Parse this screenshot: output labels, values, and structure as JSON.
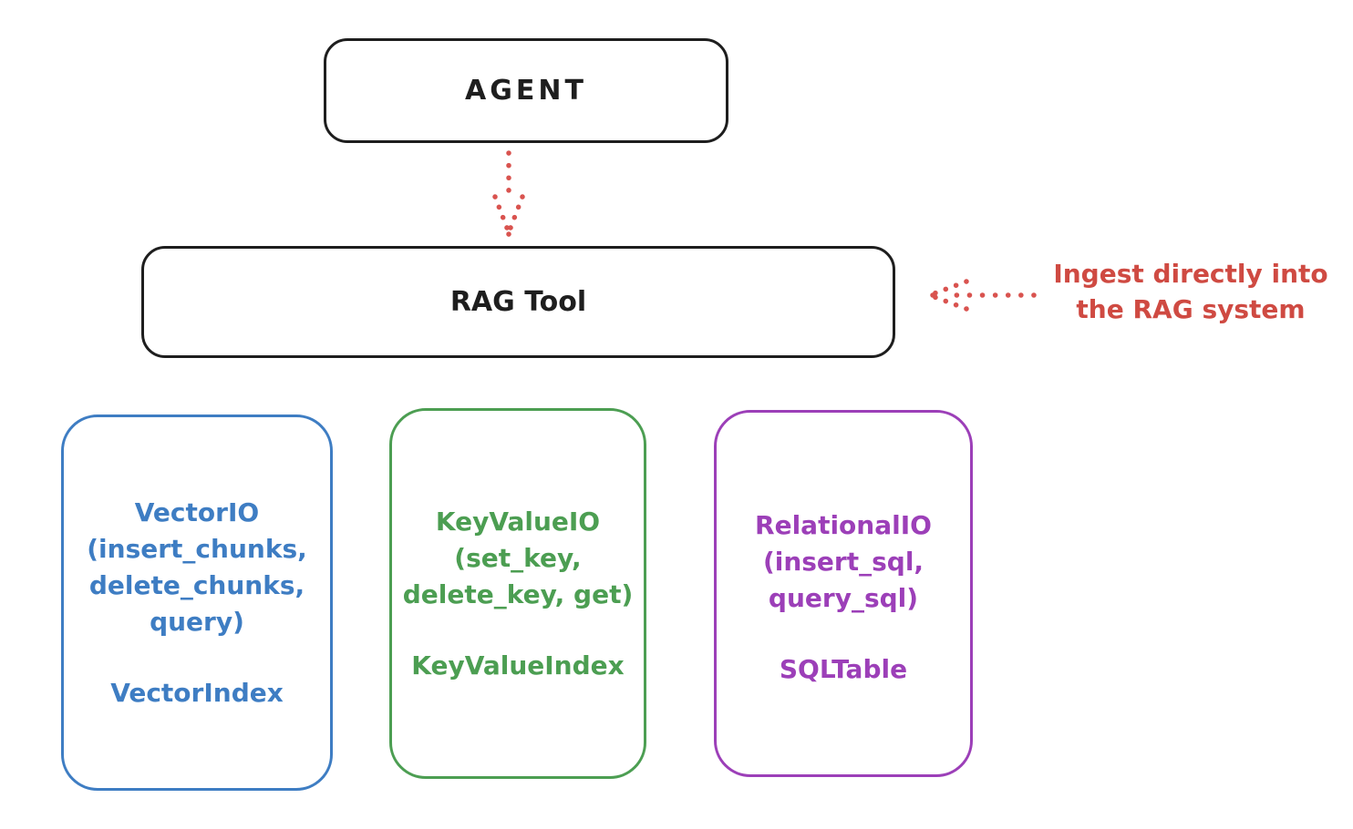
{
  "colors": {
    "background": "#ffffff",
    "stroke_black": "#1e1e1e",
    "red": "#cf4a42",
    "blue": "#3e7dc3",
    "green": "#4c9e52",
    "purple": "#9c3fb8"
  },
  "nodes": {
    "agent": {
      "label": "AGENT"
    },
    "rag_tool": {
      "label": "RAG Tool"
    },
    "vector_io": {
      "lines": [
        "VectorIO",
        "(insert_chunks,",
        "delete_chunks,",
        "query)"
      ],
      "index_label": "VectorIndex",
      "color": "#3e7dc3"
    },
    "key_value_io": {
      "lines": [
        "KeyValueIO",
        "(set_key,",
        "delete_key, get)"
      ],
      "index_label": "KeyValueIndex",
      "color": "#4c9e52"
    },
    "relational_io": {
      "lines": [
        "RelationalIO",
        "(insert_sql,",
        "query_sql)"
      ],
      "index_label": "SQLTable",
      "color": "#9c3fb8"
    }
  },
  "annotation": {
    "line1": "Ingest directly into",
    "line2": "the RAG system",
    "color": "#cf4a42"
  },
  "arrows": [
    {
      "name": "agent-to-rag-tool",
      "style": "dotted",
      "direction": "down",
      "color": "#cf4a42"
    },
    {
      "name": "annotation-to-rag-tool",
      "style": "dotted",
      "direction": "left",
      "color": "#cf4a42"
    }
  ]
}
